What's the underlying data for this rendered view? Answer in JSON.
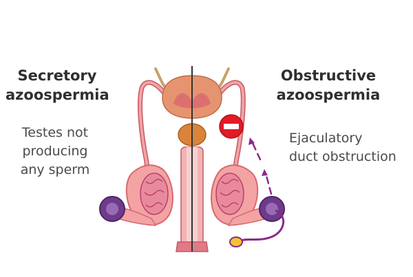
{
  "left": {
    "title_line1": "Secretory",
    "title_line2": "azoospermia",
    "desc_line1": "Testes not",
    "desc_line2": "producing",
    "desc_line3": "any sperm"
  },
  "right": {
    "title_line1": "Obstructive",
    "title_line2": "azoospermia",
    "desc_line1": "Ejaculatory",
    "desc_line2": "duct obstruction"
  },
  "icons": {
    "blocked": "no-entry-icon",
    "flow": "arrow-up-icon"
  },
  "colors": {
    "tissue": "#f3a3a3",
    "tissue_dark": "#d9676f",
    "testis": "#b7406b",
    "epididymis": "#6e3b8c",
    "vas": "#e89aa0",
    "prostate": "#e6946f",
    "seminal": "#d9843a",
    "block": "#e21b25",
    "arrow": "#8b2a88"
  }
}
